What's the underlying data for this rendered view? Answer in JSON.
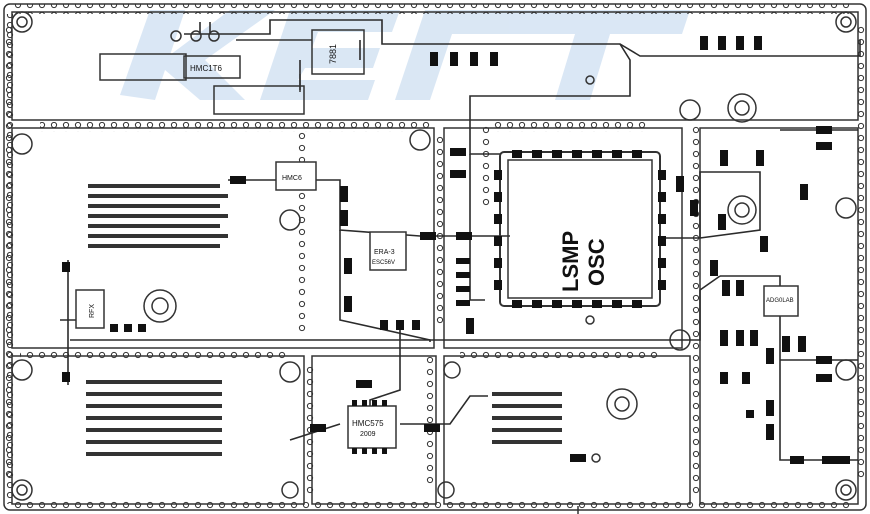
{
  "board": {
    "osc_label_line1": "LSMP",
    "osc_label_line2": "OSC",
    "amp_chip_label_line1": "HMC575",
    "amp_chip_label_line2": "2009",
    "top_reg_label": "7881",
    "top_part_label": "HMC1T6",
    "filter_chip_label": "HMC6",
    "mid_chip_label": "ERA-3",
    "mid_chip_sub": "ESC56V",
    "right_chip_label": "ADG0LAB",
    "left_chip_label": "RFX"
  },
  "colors": {
    "trace": "#2b2b2b",
    "outline": "#333333",
    "watermark": "#bcd4ec",
    "pad": "#111111"
  }
}
